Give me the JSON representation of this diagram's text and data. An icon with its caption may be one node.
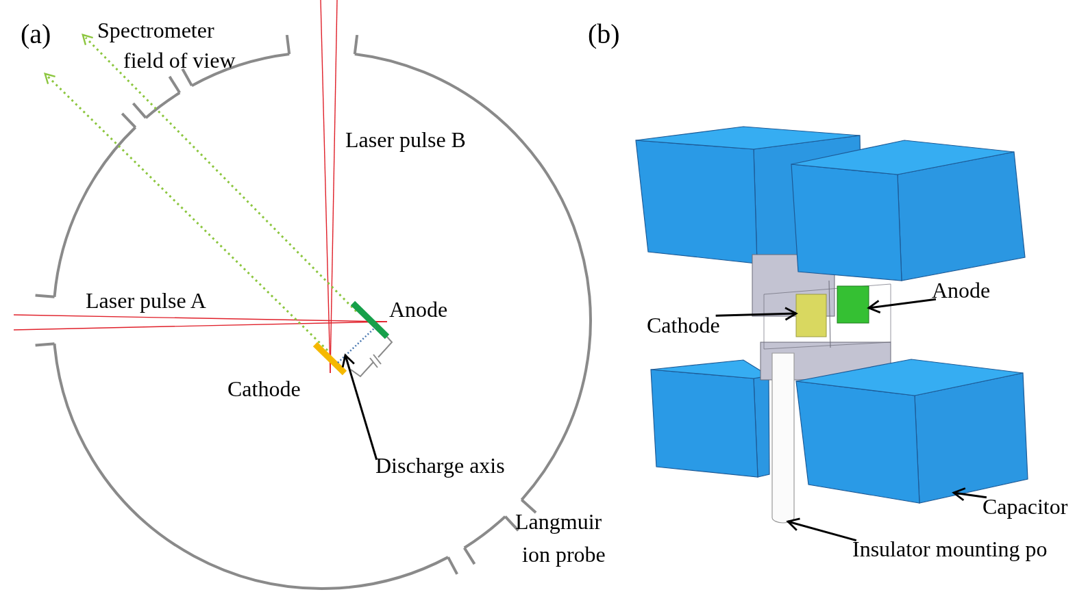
{
  "diagram": {
    "nodes": [
      {
        "text": [
          "Discharge axis"
        ]
      },
      {
        "text": [],
        "shape": "line"
      },
      {
        "text": [
          "Cathode"
        ]
      },
      {
        "text": [],
        "shape": "box"
      },
      {
        "text": [
          "Anode"
        ]
      },
      {
        "text": [],
        "shape": "box"
      },
      {
        "text": [
          "Capacitor"
        ]
      },
      {
        "text": [],
        "shape": "box"
      },
      {
        "text": [
          "Insulator mounting po"
        ]
      },
      {
        "text": [],
        "shape": "cylinder"
      },
      {
        "text": [],
        "shape": "box"
      },
      {
        "text": [],
        "shape": "box"
      },
      {
        "text": [],
        "shape": "box"
      }
    ],
    "edges": [
      {
        "from": 0,
        "to": 1,
        "arrow": "to"
      },
      {
        "from": 2,
        "to": 3,
        "arrow": "to"
      },
      {
        "from": 4,
        "to": 5,
        "arrow": "to"
      },
      {
        "from": 6,
        "to": 7,
        "arrow": "to"
      },
      {
        "from": 8,
        "to": 9,
        "arrow": "to"
      }
    ],
    "labels": [
      "(a)",
      "Spectrometer field of view",
      "(b)",
      "Laser pulse B",
      "Laser pulse A",
      "Anode",
      "Cathode",
      "Langmuir ion probe"
    ]
  }
}
